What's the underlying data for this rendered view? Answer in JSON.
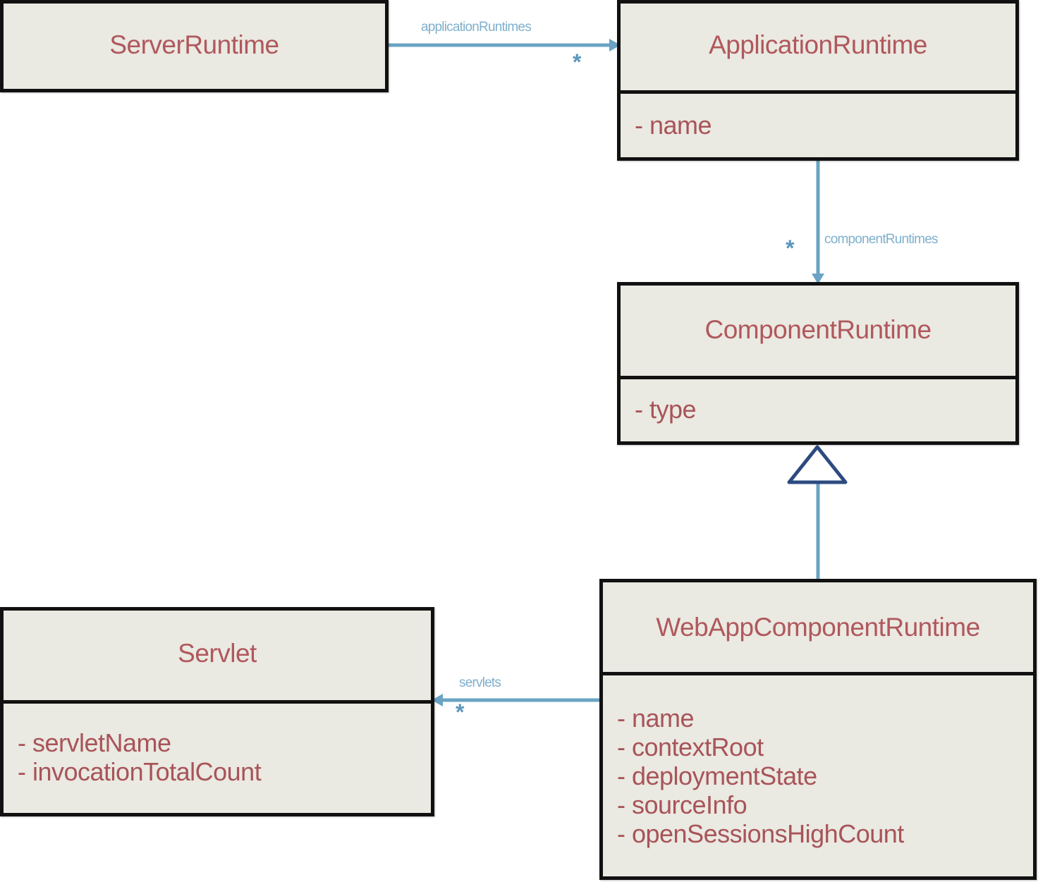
{
  "classes": {
    "server_runtime": {
      "name": "ServerRuntime",
      "attributes": []
    },
    "application_runtime": {
      "name": "ApplicationRuntime",
      "attributes": [
        "- name"
      ]
    },
    "component_runtime": {
      "name": "ComponentRuntime",
      "attributes": [
        "- type"
      ]
    },
    "webapp_component_runtime": {
      "name": "WebAppComponentRuntime",
      "attributes": [
        "- name",
        "- contextRoot",
        "- deploymentState",
        "- sourceInfo",
        "- openSessionsHighCount"
      ]
    },
    "servlet": {
      "name": "Servlet",
      "attributes": [
        "- servletName",
        "- invocationTotalCount"
      ]
    }
  },
  "relations": {
    "application_runtimes": {
      "label": "applicationRuntimes",
      "multiplicity": "*",
      "from": "ServerRuntime",
      "to": "ApplicationRuntime",
      "type": "association"
    },
    "component_runtimes": {
      "label": "componentRuntimes",
      "multiplicity": "*",
      "from": "ApplicationRuntime",
      "to": "ComponentRuntime",
      "type": "association"
    },
    "inheritance": {
      "label": "",
      "from": "WebAppComponentRuntime",
      "to": "ComponentRuntime",
      "type": "generalization"
    },
    "servlets": {
      "label": "servlets",
      "multiplicity": "*",
      "from": "WebAppComponentRuntime",
      "to": "Servlet",
      "type": "association"
    }
  },
  "colors": {
    "box_fill": "#eae9e2",
    "box_border": "#111111",
    "class_text": "#b0585c",
    "connector": "#6aa3c4",
    "generalization_arrow": "#2d4a80"
  }
}
